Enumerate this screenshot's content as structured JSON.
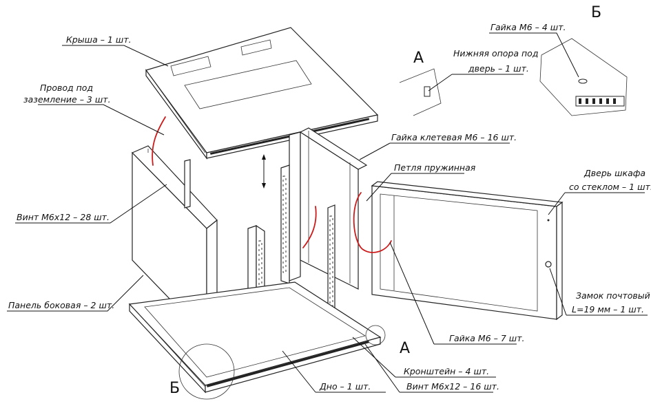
{
  "labels": {
    "roof": "Крыша – 1 шт.",
    "ground_wire_1": "Провод под",
    "ground_wire_2": "заземление – 3 шт.",
    "screw_top": "Винт М6х12 – 28 шт.",
    "side_panel": "Панель боковая – 2 шт.",
    "door_support_1": "Нижняя опора под",
    "door_support_2": "дверь – 1 шт.",
    "nut_m6_4": "Гайка М6 – 4 шт.",
    "cage_nut": "Гайка клетевая М6 – 16 шт.",
    "spring_hinge": "Петля пружинная",
    "door_1": "Дверь шкафа",
    "door_2": "со стеклом – 1 шт.",
    "lock_1": "Замок почтовый",
    "lock_2": "L=19 мм – 1 шт.",
    "nut_m6_7": "Гайка М6 – 7 шт.",
    "bracket": "Кронштейн – 4 шт.",
    "screw_bottom": "Винт М6х12 – 16 шт.",
    "bottom": "Дно – 1 шт."
  },
  "callouts": {
    "a_top": "А",
    "b_top": "Б",
    "a_bottom": "А",
    "b_bottom": "Б"
  },
  "colors": {
    "ink": "#111111",
    "wire": "#cc1a1a",
    "paper": "#ffffff"
  }
}
